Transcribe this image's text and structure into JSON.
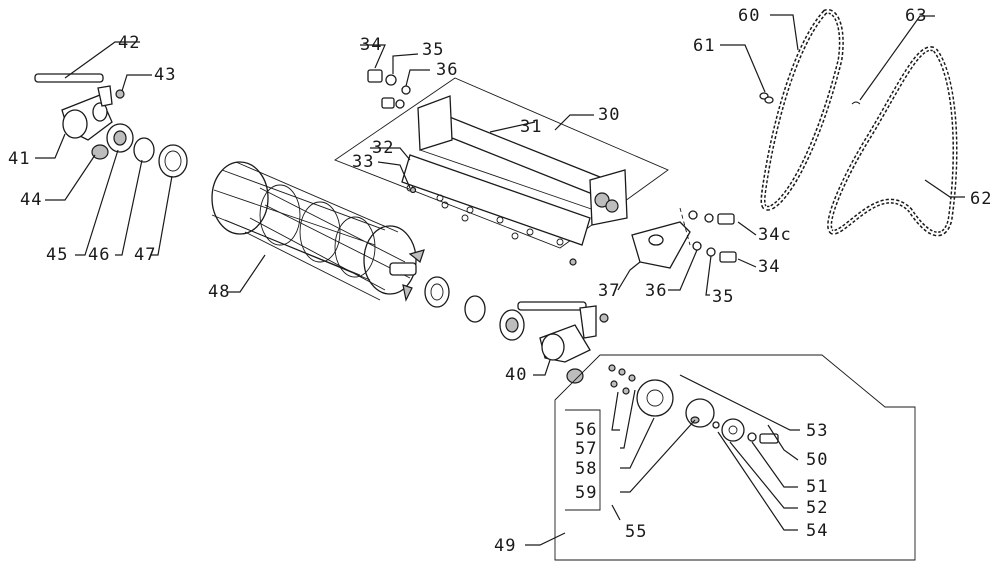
{
  "figure": {
    "labels": {
      "p30": "30",
      "p31": "31",
      "p32": "32",
      "p33": "33",
      "p34": "34",
      "p35": "35",
      "p36": "36",
      "p34b": "34",
      "p35b": "35",
      "p36b": "36",
      "p34c": "34c",
      "p37": "37",
      "p40": "40",
      "p41": "41",
      "p42": "42",
      "p43": "43",
      "p44": "44",
      "p45": "45",
      "p46": "46",
      "p47": "47",
      "p48": "48",
      "p49": "49",
      "p50": "50",
      "p51": "51",
      "p52": "52",
      "p53": "53",
      "p54": "54",
      "p55": "55",
      "p56": "56",
      "p57": "57",
      "p58": "58",
      "p59": "59",
      "p60": "60",
      "p61": "61",
      "p62": "62",
      "p63": "63"
    }
  }
}
